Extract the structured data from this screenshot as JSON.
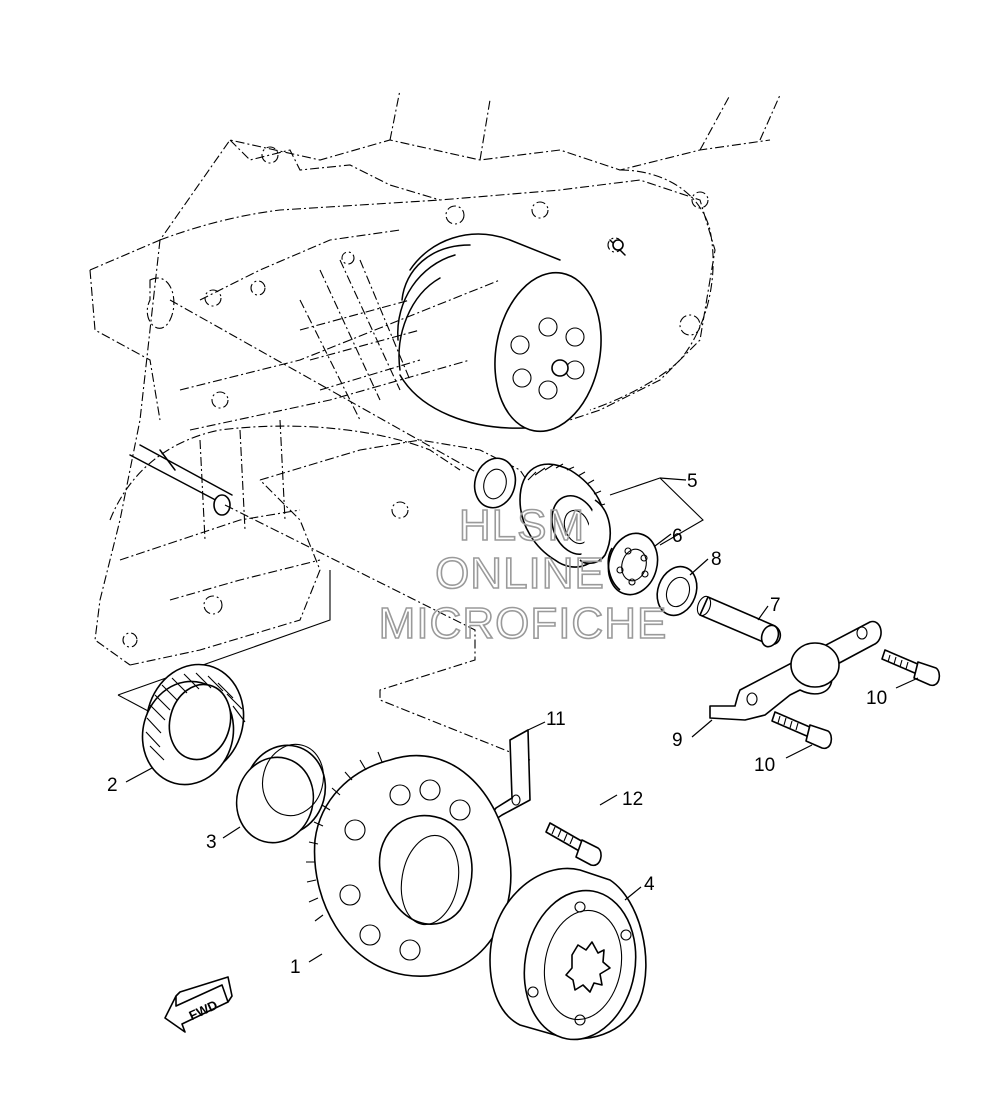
{
  "watermark": {
    "line1": "HLSM",
    "line2": "ONLINE",
    "line3": "MICROFICHE"
  },
  "direction_arrow": {
    "label": "FWD",
    "icon": "fwd-arrow-icon"
  },
  "callouts": [
    {
      "id": "1",
      "part": "starter-wheel-gear"
    },
    {
      "id": "2",
      "part": "needle-bearing"
    },
    {
      "id": "3",
      "part": "collar"
    },
    {
      "id": "4",
      "part": "one-way-clutch"
    },
    {
      "id": "5",
      "part": "idler-gear-assembly"
    },
    {
      "id": "6",
      "part": "bearing"
    },
    {
      "id": "7",
      "part": "shaft"
    },
    {
      "id": "8",
      "part": "washer"
    },
    {
      "id": "9",
      "part": "plate"
    },
    {
      "id": "10",
      "part": "bolt"
    },
    {
      "id": "11",
      "part": "clip"
    },
    {
      "id": "12",
      "part": "bolt"
    }
  ],
  "colors": {
    "line": "#000000",
    "background": "#ffffff",
    "watermark": "#9a9a9a"
  }
}
